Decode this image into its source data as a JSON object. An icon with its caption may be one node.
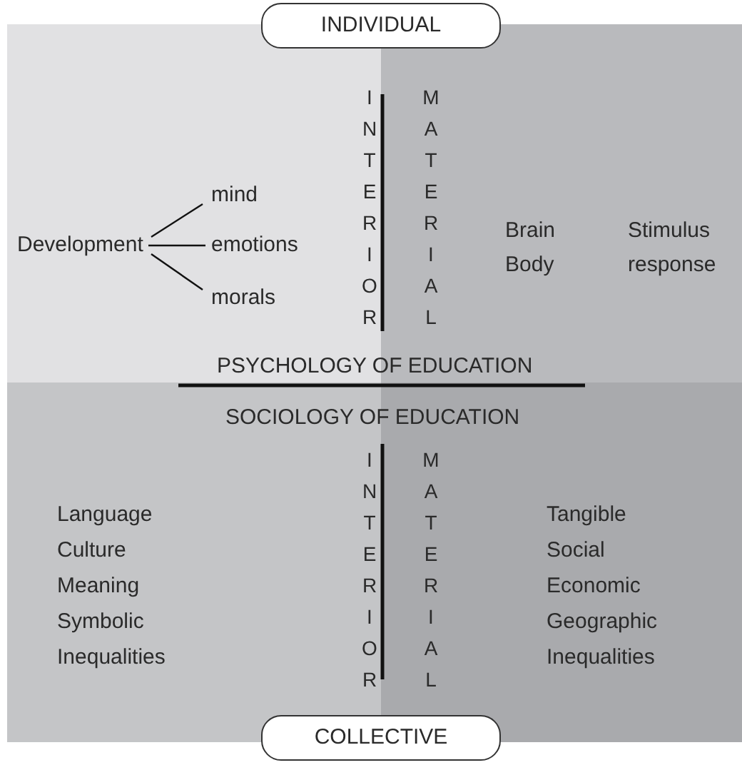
{
  "diagram": {
    "nodes": [
      {
        "text": [
          "INDIVIDUAL"
        ]
      },
      {
        "text": [
          "Development"
        ]
      },
      {
        "text": [
          "mind"
        ]
      },
      {
        "text": [
          "emotions"
        ]
      },
      {
        "text": [
          "morals"
        ]
      },
      {
        "text": [
          "COLLECTIVE"
        ]
      }
    ],
    "edges": [
      {
        "from": 1,
        "to": 2,
        "arrow": "none"
      },
      {
        "from": 1,
        "to": 3,
        "arrow": "none"
      },
      {
        "from": 1,
        "to": 4,
        "arrow": "none"
      }
    ],
    "labels": [
      "INTERIOR",
      "MATERIAL",
      "Brain",
      "Body",
      "Stimulus response",
      "PSYCHOLOGY OF EDUCATION",
      "SOCIOLOGY OF EDUCATION",
      "INTERIOR",
      "MATERIAL",
      "Language",
      "Culture",
      "Meaning",
      "Symbolic",
      "Inequalities",
      "Tangible",
      "Social",
      "Economic",
      "Geographic",
      "Inequalities"
    ]
  }
}
